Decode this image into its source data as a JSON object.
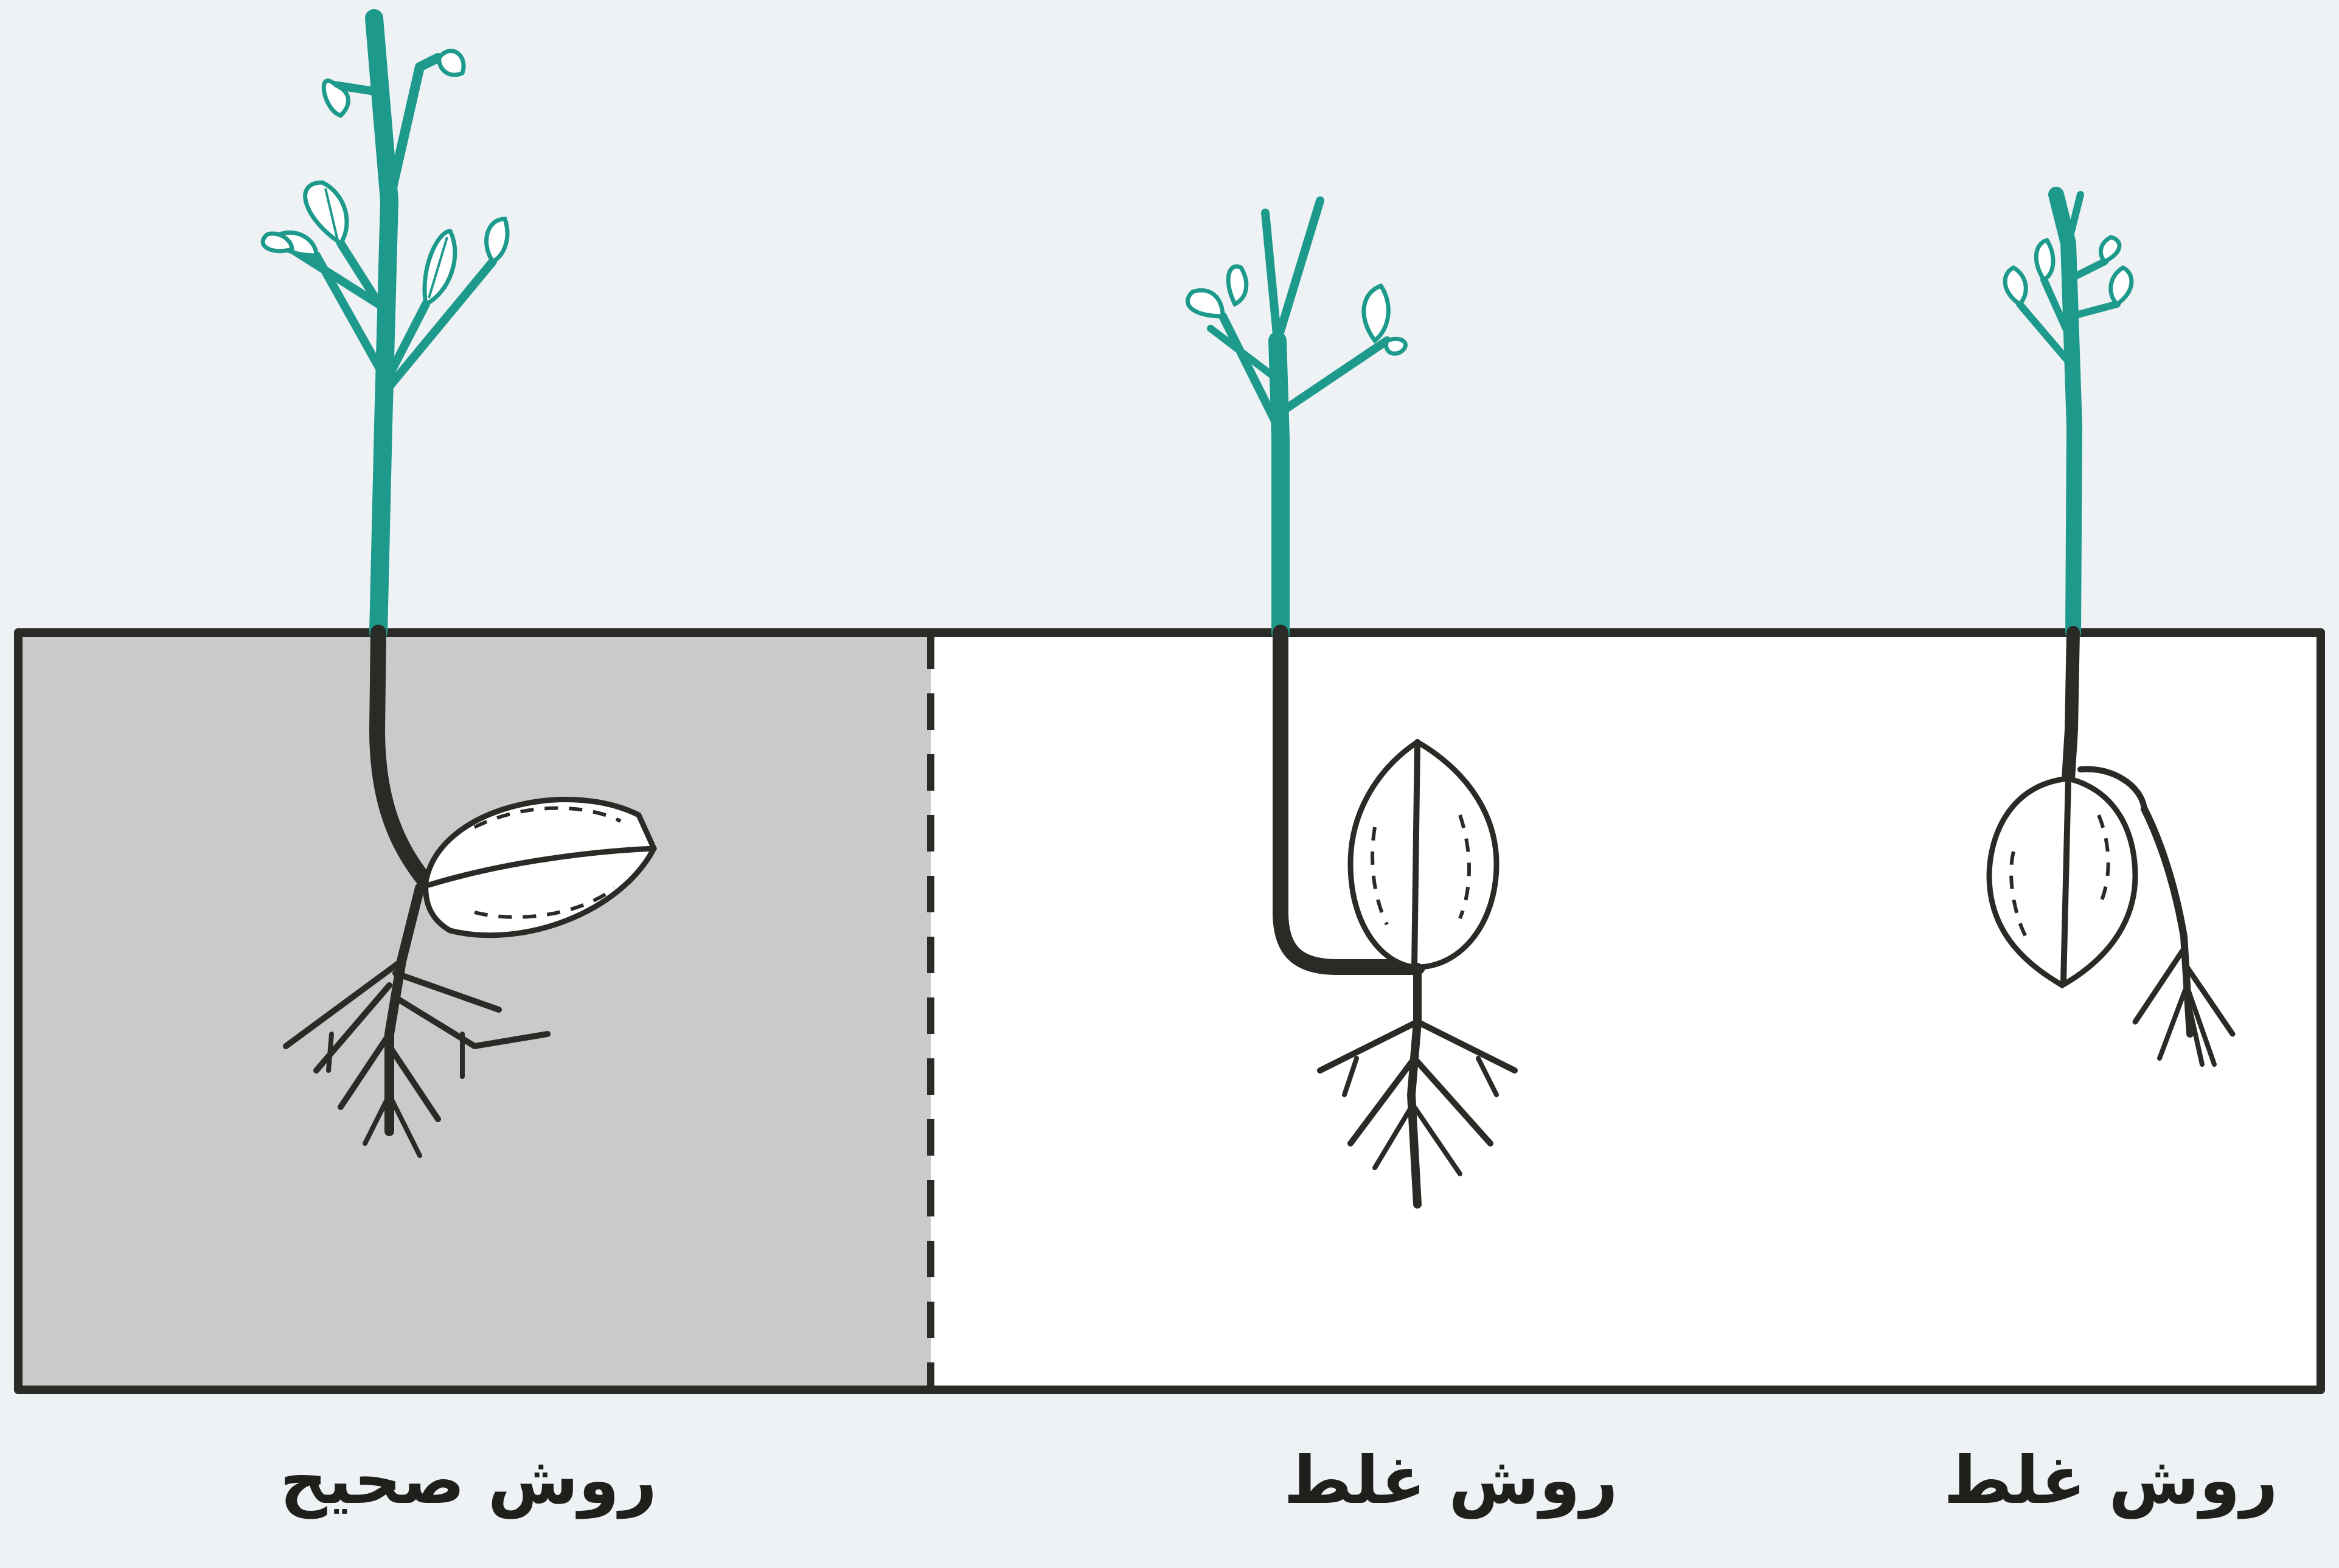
{
  "captions": {
    "correct": "روش صحیح",
    "wrong_middle": "روش غلط",
    "wrong_right": "روش غلط"
  },
  "colors": {
    "background": "#eef2f5",
    "soil_shaded": "#c9cbcb",
    "soil_plain": "#ffffff",
    "outline": "#2a2a26",
    "stem": "#1e9a8c"
  },
  "panels": [
    {
      "id": "correct",
      "shaded": true
    },
    {
      "id": "wrong-middle",
      "shaded": false
    },
    {
      "id": "wrong-right",
      "shaded": false
    }
  ]
}
